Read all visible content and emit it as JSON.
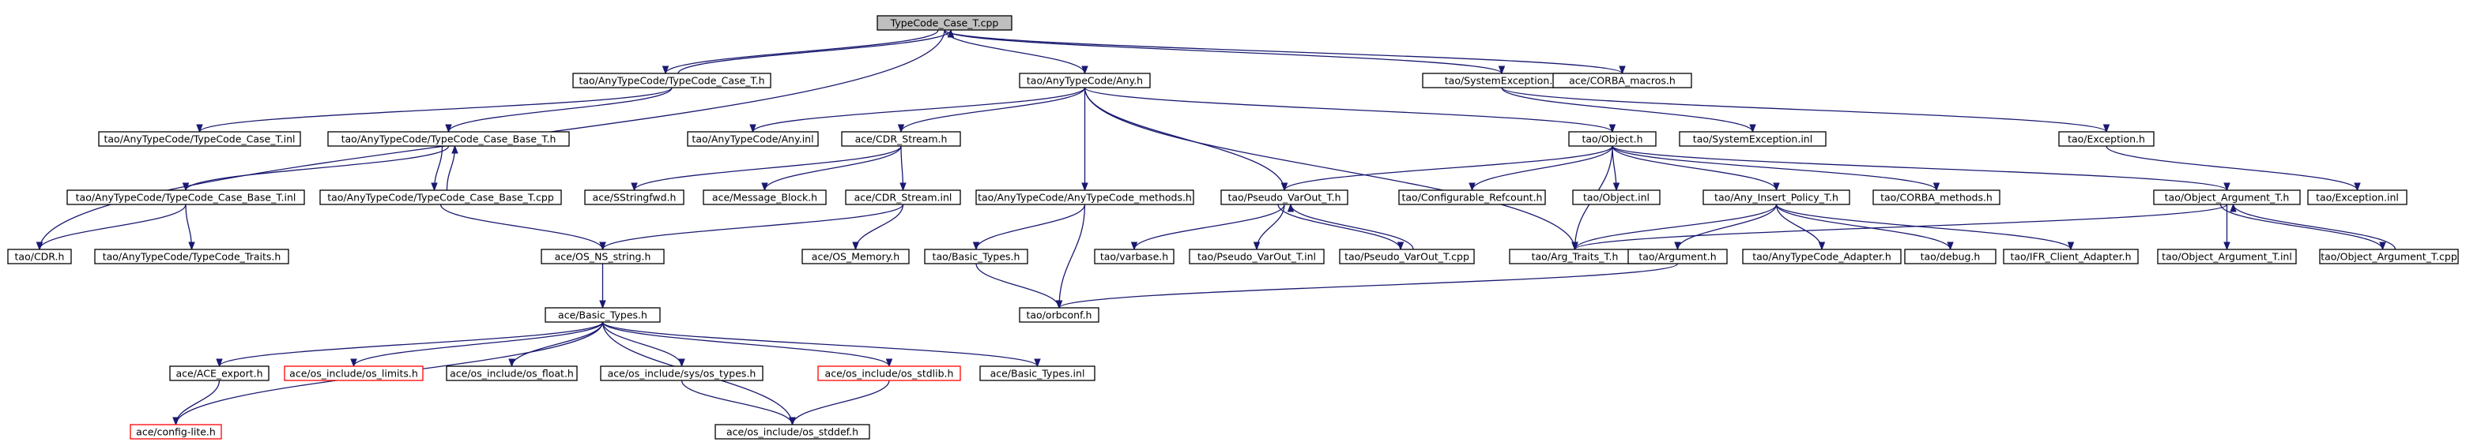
{
  "colors": {
    "edge": "#191970",
    "node_border": "#000000",
    "missing_border": "#ff0000",
    "root_fill": "#bfbfbf"
  },
  "nodes": [
    {
      "id": "root",
      "label": "TypeCode_Case_T.cpp",
      "root": true
    },
    {
      "id": "tct_h",
      "label": "tao/AnyTypeCode/TypeCode_Case_T.h"
    },
    {
      "id": "any_h",
      "label": "tao/AnyTypeCode/Any.h"
    },
    {
      "id": "sysexc_h",
      "label": "tao/SystemException.h"
    },
    {
      "id": "corba_macros",
      "label": "ace/CORBA_macros.h"
    },
    {
      "id": "tct_inl",
      "label": "tao/AnyTypeCode/TypeCode_Case_T.inl"
    },
    {
      "id": "tcbt_h",
      "label": "tao/AnyTypeCode/TypeCode_Case_Base_T.h"
    },
    {
      "id": "any_inl",
      "label": "tao/AnyTypeCode/Any.inl"
    },
    {
      "id": "cdr_stream_h",
      "label": "ace/CDR_Stream.h"
    },
    {
      "id": "object_h",
      "label": "tao/Object.h"
    },
    {
      "id": "sysexc_inl",
      "label": "tao/SystemException.inl"
    },
    {
      "id": "exception_h",
      "label": "tao/Exception.h"
    },
    {
      "id": "tcbt_inl",
      "label": "tao/AnyTypeCode/TypeCode_Case_Base_T.inl"
    },
    {
      "id": "tcbt_cpp",
      "label": "tao/AnyTypeCode/TypeCode_Case_Base_T.cpp"
    },
    {
      "id": "sstringfwd",
      "label": "ace/SStringfwd.h"
    },
    {
      "id": "message_block",
      "label": "ace/Message_Block.h"
    },
    {
      "id": "cdr_stream_inl",
      "label": "ace/CDR_Stream.inl"
    },
    {
      "id": "anytc_methods",
      "label": "tao/AnyTypeCode/AnyTypeCode_methods.h"
    },
    {
      "id": "pvo_h",
      "label": "tao/Pseudo_VarOut_T.h"
    },
    {
      "id": "conf_refcount",
      "label": "tao/Configurable_Refcount.h"
    },
    {
      "id": "object_inl",
      "label": "tao/Object.inl"
    },
    {
      "id": "aipt_h",
      "label": "tao/Any_Insert_Policy_T.h"
    },
    {
      "id": "corba_methods",
      "label": "tao/CORBA_methods.h"
    },
    {
      "id": "oat_h",
      "label": "tao/Object_Argument_T.h"
    },
    {
      "id": "exception_inl",
      "label": "tao/Exception.inl"
    },
    {
      "id": "cdr_h",
      "label": "tao/CDR.h"
    },
    {
      "id": "tc_traits",
      "label": "tao/AnyTypeCode/TypeCode_Traits.h"
    },
    {
      "id": "os_ns_string",
      "label": "ace/OS_NS_string.h"
    },
    {
      "id": "os_memory",
      "label": "ace/OS_Memory.h"
    },
    {
      "id": "basic_types_tao",
      "label": "tao/Basic_Types.h"
    },
    {
      "id": "varbase",
      "label": "tao/varbase.h"
    },
    {
      "id": "pvo_inl",
      "label": "tao/Pseudo_VarOut_T.inl"
    },
    {
      "id": "pvo_cpp",
      "label": "tao/Pseudo_VarOut_T.cpp"
    },
    {
      "id": "arg_traits",
      "label": "tao/Arg_Traits_T.h"
    },
    {
      "id": "argument_h",
      "label": "tao/Argument.h"
    },
    {
      "id": "anytc_adapter",
      "label": "tao/AnyTypeCode_Adapter.h"
    },
    {
      "id": "debug_h",
      "label": "tao/debug.h"
    },
    {
      "id": "ifr_client",
      "label": "tao/IFR_Client_Adapter.h"
    },
    {
      "id": "oat_inl",
      "label": "tao/Object_Argument_T.inl"
    },
    {
      "id": "oat_cpp",
      "label": "tao/Object_Argument_T.cpp"
    },
    {
      "id": "orbconf",
      "label": "tao/orbconf.h"
    },
    {
      "id": "basic_types_ace",
      "label": "ace/Basic_Types.h"
    },
    {
      "id": "ace_export",
      "label": "ace/ACE_export.h"
    },
    {
      "id": "os_limits",
      "label": "ace/os_include/os_limits.h",
      "missing": true
    },
    {
      "id": "os_float",
      "label": "ace/os_include/os_float.h"
    },
    {
      "id": "os_sys_types",
      "label": "ace/os_include/sys/os_types.h"
    },
    {
      "id": "os_stdlib",
      "label": "ace/os_include/os_stdlib.h",
      "missing": true
    },
    {
      "id": "basic_types_inl",
      "label": "ace/Basic_Types.inl"
    },
    {
      "id": "config_lite",
      "label": "ace/config-lite.h",
      "missing": true
    },
    {
      "id": "os_stddef",
      "label": "ace/os_include/os_stddef.h"
    }
  ],
  "edges": [
    [
      "root",
      "tct_h"
    ],
    [
      "root",
      "any_h"
    ],
    [
      "root",
      "sysexc_h"
    ],
    [
      "root",
      "corba_macros"
    ],
    [
      "root",
      "cdr_h"
    ],
    [
      "tct_h",
      "root"
    ],
    [
      "tct_h",
      "tct_inl"
    ],
    [
      "tct_h",
      "tcbt_h"
    ],
    [
      "tcbt_h",
      "tcbt_inl"
    ],
    [
      "tcbt_h",
      "tcbt_cpp"
    ],
    [
      "tcbt_cpp",
      "tcbt_h"
    ],
    [
      "tcbt_cpp",
      "os_ns_string"
    ],
    [
      "tcbt_inl",
      "cdr_h"
    ],
    [
      "tcbt_inl",
      "tc_traits"
    ],
    [
      "any_h",
      "any_inl"
    ],
    [
      "any_h",
      "cdr_stream_h"
    ],
    [
      "any_h",
      "anytc_methods"
    ],
    [
      "any_h",
      "pvo_h"
    ],
    [
      "any_h",
      "object_h"
    ],
    [
      "any_h",
      "arg_traits"
    ],
    [
      "sysexc_h",
      "sysexc_inl"
    ],
    [
      "sysexc_h",
      "exception_h"
    ],
    [
      "exception_h",
      "exception_inl"
    ],
    [
      "cdr_stream_h",
      "sstringfwd"
    ],
    [
      "cdr_stream_h",
      "message_block"
    ],
    [
      "cdr_stream_h",
      "cdr_stream_inl"
    ],
    [
      "cdr_stream_inl",
      "os_ns_string"
    ],
    [
      "cdr_stream_inl",
      "os_memory"
    ],
    [
      "os_ns_string",
      "basic_types_ace"
    ],
    [
      "anytc_methods",
      "basic_types_tao"
    ],
    [
      "anytc_methods",
      "orbconf"
    ],
    [
      "basic_types_tao",
      "orbconf"
    ],
    [
      "pvo_h",
      "varbase"
    ],
    [
      "pvo_h",
      "pvo_inl"
    ],
    [
      "pvo_h",
      "pvo_cpp"
    ],
    [
      "pvo_cpp",
      "pvo_h"
    ],
    [
      "object_h",
      "pvo_h"
    ],
    [
      "object_h",
      "conf_refcount"
    ],
    [
      "object_h",
      "object_inl"
    ],
    [
      "object_h",
      "aipt_h"
    ],
    [
      "object_h",
      "corba_methods"
    ],
    [
      "object_h",
      "oat_h"
    ],
    [
      "object_h",
      "arg_traits"
    ],
    [
      "aipt_h",
      "arg_traits"
    ],
    [
      "aipt_h",
      "argument_h"
    ],
    [
      "aipt_h",
      "anytc_adapter"
    ],
    [
      "aipt_h",
      "debug_h"
    ],
    [
      "aipt_h",
      "ifr_client"
    ],
    [
      "argument_h",
      "orbconf"
    ],
    [
      "oat_h",
      "arg_traits"
    ],
    [
      "oat_h",
      "oat_inl"
    ],
    [
      "oat_h",
      "oat_cpp"
    ],
    [
      "oat_cpp",
      "oat_h"
    ],
    [
      "basic_types_ace",
      "ace_export"
    ],
    [
      "basic_types_ace",
      "os_limits"
    ],
    [
      "basic_types_ace",
      "os_float"
    ],
    [
      "basic_types_ace",
      "os_sys_types"
    ],
    [
      "basic_types_ace",
      "os_stdlib"
    ],
    [
      "basic_types_ace",
      "basic_types_inl"
    ],
    [
      "basic_types_ace",
      "config_lite"
    ],
    [
      "basic_types_ace",
      "os_stddef"
    ],
    [
      "ace_export",
      "config_lite"
    ],
    [
      "os_sys_types",
      "os_stddef"
    ],
    [
      "os_stdlib",
      "os_stddef"
    ]
  ]
}
